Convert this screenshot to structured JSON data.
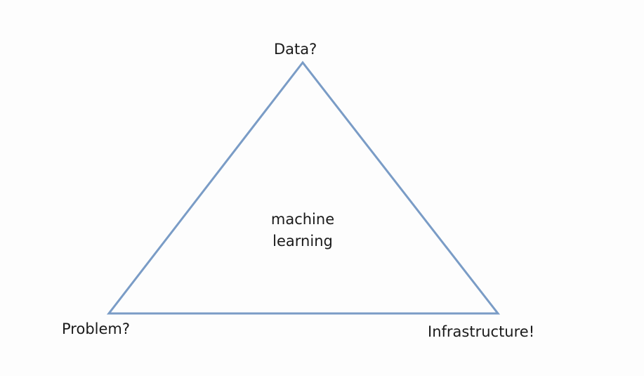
{
  "diagram": {
    "center": {
      "line1": "machine",
      "line2": "learning"
    },
    "vertices": {
      "top": "Data?",
      "left": "Problem?",
      "right": "Infrastructure!"
    },
    "colors": {
      "stroke": "#7a9cc6",
      "text": "#1a1a1a",
      "background": "#fdfdfd"
    }
  }
}
